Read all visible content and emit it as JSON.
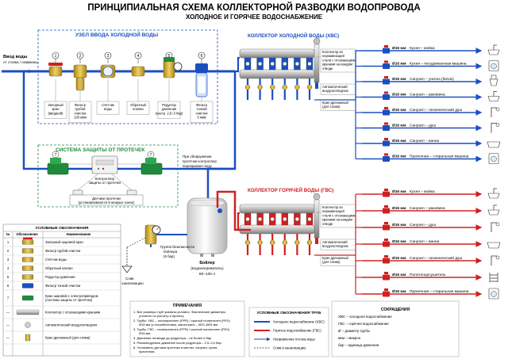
{
  "title": "ПРИНЦИПИАЛЬНАЯ СХЕМА КОЛЛЕКТОРНОЙ РАЗВОДКИ ВОДОПРОВОДА",
  "subtitle": "ХОЛОДНОЕ И ГОРЯЧЕЕ ВОДОСНАБЖЕНИЕ",
  "input": {
    "label1": "Ввод воды",
    "label2": "от стояка / скважины"
  },
  "cold_node": {
    "title": "УЗЕЛ ВВОДА ХОЛОДНОЙ ВОДЫ",
    "items": [
      {
        "num": "1",
        "lines": [
          "Запорный",
          "кран",
          "(вводной)"
        ]
      },
      {
        "num": "2",
        "lines": [
          "Фильтр",
          "грубой",
          "очистки",
          "100 мкм"
        ]
      },
      {
        "num": "3",
        "lines": [
          "Счётчик",
          "воды"
        ]
      },
      {
        "num": "4",
        "lines": [
          "Обратный",
          "клапан"
        ]
      },
      {
        "num": "5",
        "lines": [
          "Редуктор",
          "давления",
          "(настр. 2,5–3 бар)"
        ]
      },
      {
        "num": "6",
        "lines": [
          "Фильтр",
          "тонкой",
          "очистки",
          "5 мкм"
        ]
      }
    ]
  },
  "leak": {
    "title": "СИСТЕМА ЗАЩИТЫ ОТ ПРОТЕЧЕК",
    "num": "7",
    "controller": [
      "Контроллер",
      "защиты от протечек"
    ],
    "sensors": [
      "Датчики протечки",
      "(устанавливаются в мокрых зонах)"
    ],
    "note": [
      "При обнаружении",
      "протечки контроллер",
      "перекрывает воду"
    ]
  },
  "cold_collector": {
    "title": "КОЛЛЕКТОР ХОЛОДНОЙ ВОДЫ (ХВС)",
    "note_top": [
      "Коллектор из",
      "нержавеющей",
      "стали с отсекающими",
      "кранами на каждом",
      "отводе"
    ],
    "note_vent": [
      "Автоматический",
      "воздухоотводчик"
    ],
    "note_drain": [
      "Кран дренажный",
      "(для слива)"
    ],
    "outlets": [
      {
        "size": "Ø16 мм",
        "name": "Кухня – мойка"
      },
      {
        "size": "Ø16 мм",
        "name": "Кухня – посудомоечная машина"
      },
      {
        "size": "Ø16 мм",
        "name": "Санузел – унитаз (бачок)"
      },
      {
        "size": "Ø16 мм",
        "name": "Санузел – раковина"
      },
      {
        "size": "Ø16 мм",
        "name": "Санузел – гигиенический душ"
      },
      {
        "size": "Ø16 мм",
        "name": "Санузел – душ"
      },
      {
        "size": "Ø16 мм",
        "name": "Санузел – ванна"
      },
      {
        "size": "Ø16 мм",
        "name": "Прачечная – стиральная машина"
      }
    ]
  },
  "hot_collector": {
    "title": "КОЛЛЕКТОР ГОРЯЧЕЙ ВОДЫ (ГВС)",
    "note_top": [
      "Коллектор из",
      "нержавеющей",
      "стали с отсекающими",
      "кранами на каждом",
      "отводе"
    ],
    "note_vent": [
      "Автоматический",
      "воздухоотводчик"
    ],
    "note_drain": [
      "Кран дренажный",
      "(для слива)"
    ],
    "outlets": [
      {
        "size": "Ø16 мм",
        "name": "Кухня – мойка"
      },
      {
        "size": "Ø16 мм",
        "name": "Санузел – раковина"
      },
      {
        "size": "Ø16 мм",
        "name": "Санузел – душ"
      },
      {
        "size": "Ø16 мм",
        "name": "Санузел – ванна"
      },
      {
        "size": "Ø16 мм",
        "name": "Санузел – гигиенический душ"
      },
      {
        "size": "Ø16 мм",
        "name": "Полотенцесушитель"
      },
      {
        "size": "Ø16 мм",
        "name": "Прачечная – стиральная машина"
      }
    ]
  },
  "boiler": {
    "label": [
      "Бойлер",
      "(водонагреватель)",
      "80–100 л"
    ],
    "group": [
      "Группа безопасности",
      "бойлера",
      "(6 бар)"
    ],
    "drain": [
      "Слив",
      "в канализацию"
    ]
  },
  "legend": {
    "title": "УСЛОВНЫЕ ОБОЗНАЧЕНИЯ",
    "headers": [
      "№",
      "Обозначение",
      "Наименование"
    ],
    "rows": [
      {
        "num": "1",
        "name": "Запорный шаровой кран"
      },
      {
        "num": "2",
        "name": "Фильтр грубой очистки"
      },
      {
        "num": "3",
        "name": "Счётчик воды"
      },
      {
        "num": "4",
        "name": "Обратный клапан"
      },
      {
        "num": "5",
        "name": "Редуктор давления"
      },
      {
        "num": "6",
        "name": "Фильтр тонкой очистки"
      },
      {
        "num": "7",
        "name": "Кран шаровой с электроприводом (системы защиты от протечек)"
      },
      {
        "num": "—",
        "name": "Коллектор с отсекающими кранами"
      },
      {
        "num": "—",
        "name": "Автоматический воздухоотводчик"
      },
      {
        "num": "—",
        "name": "Кран дренажный (для слива)"
      }
    ]
  },
  "notes": {
    "title": "ПРИМЕЧАНИЯ",
    "items": [
      "1.  Все размеры труб указаны условно. Фактические диаметры уточнять по расчёту и проекту.",
      "2.  Трубы: ХВС – полипропилен (PPR) / сшитый полиэтилен (PEX) Ø16 мм (к потребителям), магистраль – Ø20–Ø25 мм.",
      "3.  Трубы: ГВС – полипропилен (PPR) / сшитый полиэтилен (PEX) Ø16 мм.",
      "4.  Давление на вводе до редуктора – не более 6 бар.",
      "5.  Рекомендуемое давление после редуктора – 2,5–3,0 бар.",
      "6.  Установить датчики протечки в местах: санузел, кухня, прачечная."
    ]
  },
  "pipe_legend": {
    "title": "УСЛОВНЫЕ ОБОЗНАЧЕНИЯ ТРУБ",
    "items": [
      "Холодное водоснабжение (ХВС)",
      "Горячее водоснабжение (ГВС)",
      "Направление потока воды",
      "Слив в канализацию"
    ]
  },
  "abbr": {
    "title": "СОКРАЩЕНИЯ",
    "items": [
      "ХВС – холодное водоснабжение",
      "ГВС – горячее водоснабжение",
      "Ø – диаметр трубы",
      "мкм – микрон",
      "бар – единица давления"
    ]
  },
  "colors": {
    "cold": "#1a4fc0",
    "hot": "#d02020",
    "green": "#1f8a3c",
    "brass": "#c9a227"
  }
}
